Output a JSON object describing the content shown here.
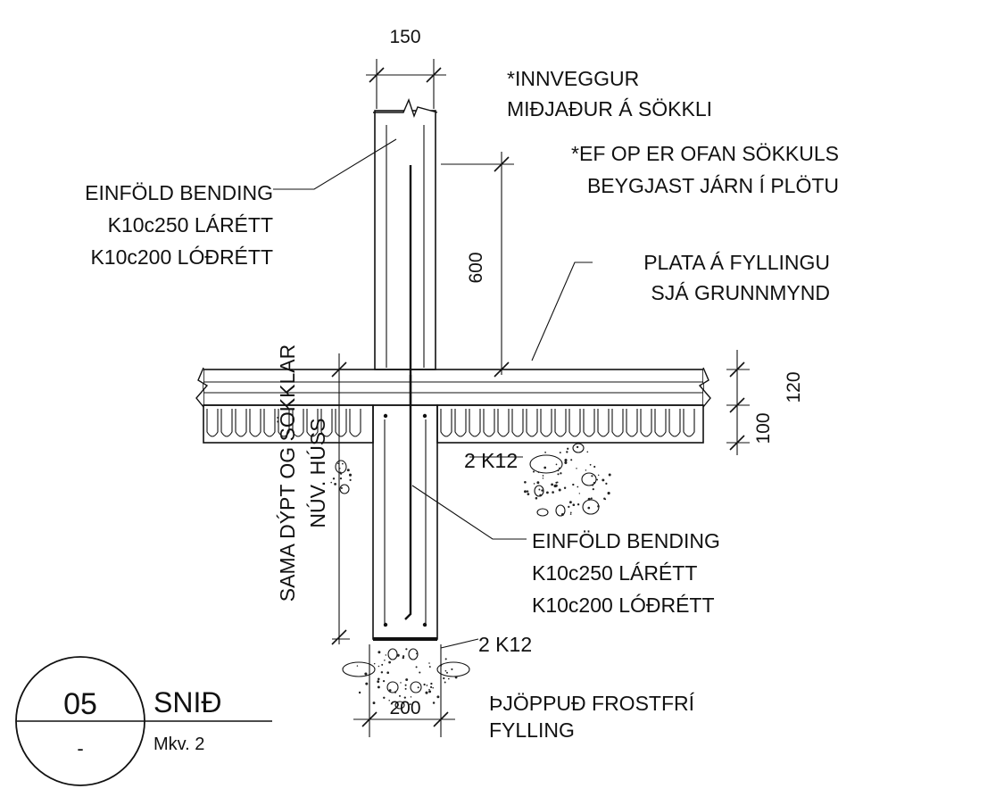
{
  "dimensions": {
    "wall_width": "150",
    "wall_above_slab": "600",
    "slab_thickness": "120",
    "insulation_thickness": "100",
    "footing_width": "200"
  },
  "notes": {
    "interior_wall": [
      "*INNVEGGUR",
      "MIÐJAÐUR Á SÖKKLI"
    ],
    "opening_note": [
      "*EF OP ER OFAN SÖKKULS",
      "BEYGJAST JÁRN Í PLÖTU"
    ],
    "wall_reinforcement": [
      "EINFÖLD BENDING",
      "K10c250 LÁRÉTT",
      "K10c200 LÓÐRÉTT"
    ],
    "slab": [
      "PLATA Á FYLLINGU",
      "SJÁ GRUNNMYND"
    ],
    "top_rebar": "2 K12",
    "foundation_reinforcement": [
      "EINFÖLD BENDING",
      "K10c250 LÁRÉTT",
      "K10c200 LÓÐRÉTT"
    ],
    "bottom_rebar": "2 K12",
    "fill": [
      "ÞJÖPPUÐ FROSTFRÍ",
      "FYLLING"
    ],
    "depth_note": [
      "SAMA DÝPT OG SÖKKLAR",
      "NÚV. HÚSS"
    ]
  },
  "title_block": {
    "number": "05",
    "title": "SNIÐ",
    "sheet": "-",
    "scale": "Mkv. 2"
  }
}
